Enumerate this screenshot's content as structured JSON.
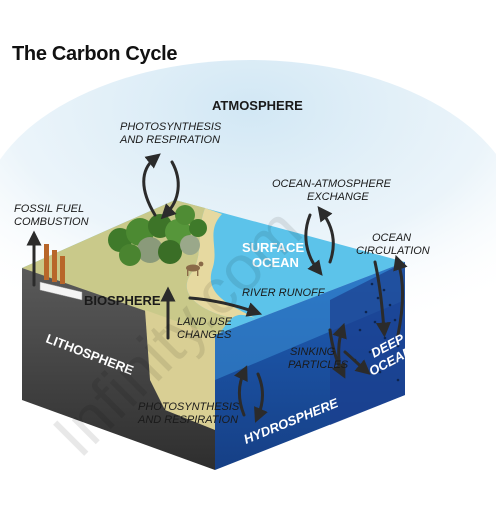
{
  "title": "The Carbon Cycle",
  "zones": {
    "atmosphere": "ATMOSPHERE",
    "surface_ocean_1": "SURFACE",
    "surface_ocean_2": "OCEAN",
    "biosphere": "BIOSPHERE",
    "lithosphere": "LITHOSPHERE",
    "hydrosphere": "HYDROSPHERE",
    "deep_ocean_1": "DEEP",
    "deep_ocean_2": "OCEAN"
  },
  "processes": {
    "photosynthesis_top_1": "PHOTOSYNTHESIS",
    "photosynthesis_top_2": "AND RESPIRATION",
    "fossil_fuel_1": "FOSSIL FUEL",
    "fossil_fuel_2": "COMBUSTION",
    "ocean_atmosphere_1": "OCEAN-ATMOSPHERE",
    "ocean_atmosphere_2": "EXCHANGE",
    "ocean_circulation_1": "OCEAN",
    "ocean_circulation_2": "CIRCULATION",
    "river_runoff": "RIVER RUNOFF",
    "land_use_1": "LAND USE",
    "land_use_2": "CHANGES",
    "sinking_particles_1": "SINKING",
    "sinking_particles_2": "PARTICLES",
    "photosynthesis_bottom_1": "PHOTOSYNTHESIS",
    "photosynthesis_bottom_2": "AND RESPIRATION"
  },
  "watermark": "Infinity.com",
  "colors": {
    "sky": "#cfe6f4",
    "surface_ocean": "#5cc3ea",
    "deep_ocean": "#1f4fa6",
    "land": "#c9c98a",
    "lithosphere": "#4a4a4a",
    "arrow": "#2b2b2b"
  }
}
